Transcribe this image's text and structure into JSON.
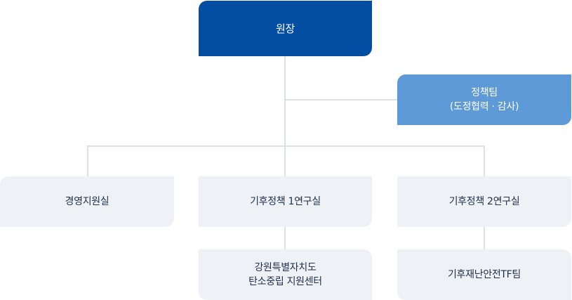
{
  "director": "원장",
  "policy_team": {
    "line1": "정책팀",
    "line2": "(도정협력 · 감사)"
  },
  "departments": {
    "management": "경영지원실",
    "research1": "기후정책 1연구실",
    "research2": "기후정책 2연구실"
  },
  "sub_units": {
    "carbon_center": {
      "line1": "강원특별자치도",
      "line2": "탄소중립 지원센터"
    },
    "tf_team": "기후재난안전TF팀"
  },
  "colors": {
    "primary": "#034ea2",
    "secondary": "#5f9ad8",
    "light": "#eef2f7",
    "line": "#dde1e6"
  }
}
